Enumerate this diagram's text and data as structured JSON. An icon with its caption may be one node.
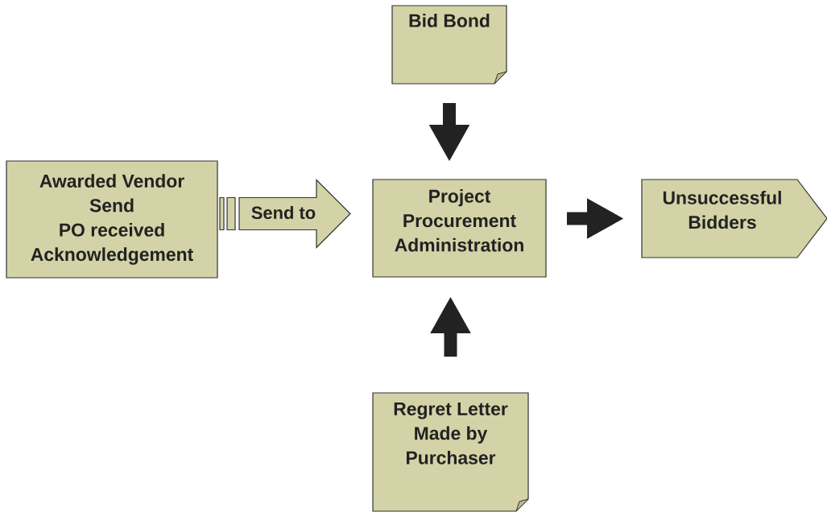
{
  "diagram": {
    "nodes": [
      {
        "text": [
          "Awarded Vendor Send",
          "PO received Acknowledgement"
        ]
      },
      {
        "text": [
          "Bid Bond"
        ]
      },
      {
        "text": [
          "Project Procurement Administration"
        ]
      },
      {
        "text": [
          "Unsuccessful Bidders"
        ]
      },
      {
        "text": [
          "Regret Letter Made by Purchaser"
        ]
      }
    ],
    "edges": [
      {
        "from": 0,
        "to": 2,
        "arrow": "to",
        "label": "Send to",
        "color": "#d3d3a7"
      },
      {
        "from": 1,
        "to": 2,
        "arrow": "to"
      },
      {
        "from": 2,
        "to": 3,
        "arrow": "to"
      },
      {
        "from": 4,
        "to": 2,
        "arrow": "to"
      }
    ]
  }
}
